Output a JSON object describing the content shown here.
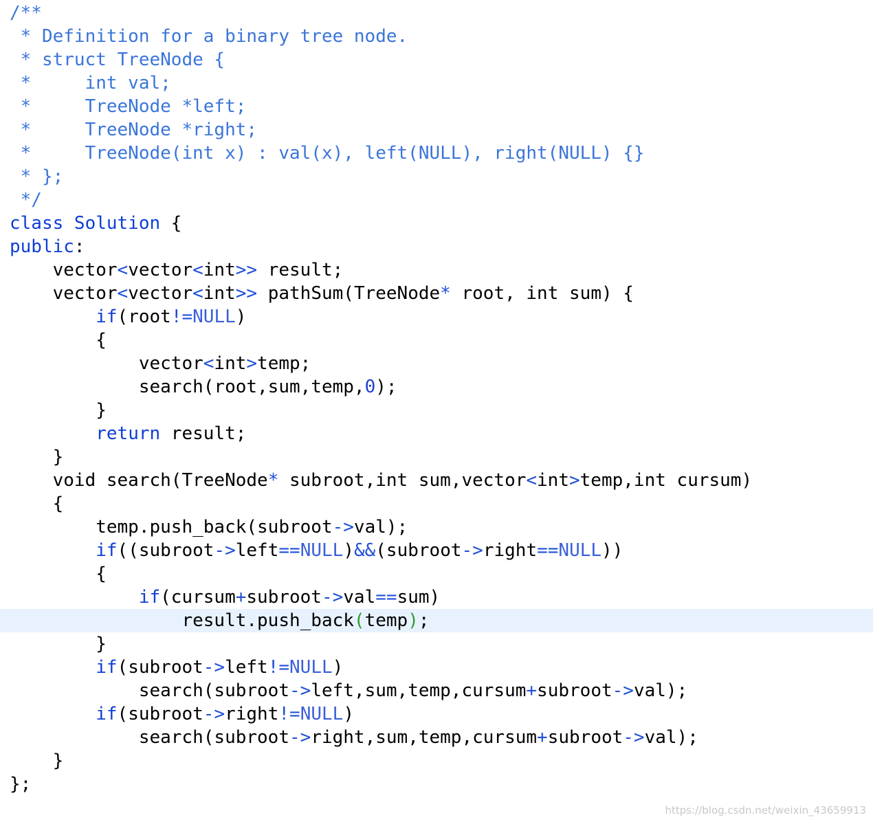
{
  "colors": {
    "background": "#ffffff",
    "comment": "#3b75d9",
    "keyword": "#0d3ed6",
    "operator": "#1e4fd8",
    "constant": "#3b5fd9",
    "number": "#1f3fd4",
    "paren_match": "#2e9a2e",
    "current_line": "#e8f2fe"
  },
  "editor": {
    "current_line_index": 26,
    "lines": [
      [
        {
          "t": "/**",
          "c": "comment"
        }
      ],
      [
        {
          "t": " * Definition for a binary tree node.",
          "c": "comment"
        }
      ],
      [
        {
          "t": " * struct TreeNode {",
          "c": "comment"
        }
      ],
      [
        {
          "t": " *     int val;",
          "c": "comment"
        }
      ],
      [
        {
          "t": " *     TreeNode *left;",
          "c": "comment"
        }
      ],
      [
        {
          "t": " *     TreeNode *right;",
          "c": "comment"
        }
      ],
      [
        {
          "t": " *     TreeNode(int x) : val(x), left(NULL), right(NULL) {}",
          "c": "comment"
        }
      ],
      [
        {
          "t": " * };",
          "c": "comment"
        }
      ],
      [
        {
          "t": " */",
          "c": "comment"
        }
      ],
      [
        {
          "t": "class Solution",
          "c": "keyword"
        },
        {
          "t": " {",
          "c": "plain"
        }
      ],
      [
        {
          "t": "public",
          "c": "keyword"
        },
        {
          "t": ":",
          "c": "plain"
        }
      ],
      [
        {
          "t": "    vector",
          "c": "plain"
        },
        {
          "t": "<",
          "c": "operator"
        },
        {
          "t": "vector",
          "c": "plain"
        },
        {
          "t": "<",
          "c": "operator"
        },
        {
          "t": "int",
          "c": "plain"
        },
        {
          "t": ">>",
          "c": "operator"
        },
        {
          "t": " result;",
          "c": "plain"
        }
      ],
      [
        {
          "t": "    vector",
          "c": "plain"
        },
        {
          "t": "<",
          "c": "operator"
        },
        {
          "t": "vector",
          "c": "plain"
        },
        {
          "t": "<",
          "c": "operator"
        },
        {
          "t": "int",
          "c": "plain"
        },
        {
          "t": ">>",
          "c": "operator"
        },
        {
          "t": " pathSum(TreeNode",
          "c": "plain"
        },
        {
          "t": "*",
          "c": "operator"
        },
        {
          "t": " root, int sum) {",
          "c": "plain"
        }
      ],
      [
        {
          "t": "        ",
          "c": "plain"
        },
        {
          "t": "if",
          "c": "keyword"
        },
        {
          "t": "(root",
          "c": "plain"
        },
        {
          "t": "!=",
          "c": "operator"
        },
        {
          "t": "NULL",
          "c": "constant"
        },
        {
          "t": ")",
          "c": "plain"
        }
      ],
      [
        {
          "t": "        {",
          "c": "plain"
        }
      ],
      [
        {
          "t": "            vector",
          "c": "plain"
        },
        {
          "t": "<",
          "c": "operator"
        },
        {
          "t": "int",
          "c": "plain"
        },
        {
          "t": ">",
          "c": "operator"
        },
        {
          "t": "temp;",
          "c": "plain"
        }
      ],
      [
        {
          "t": "            search(root,sum,temp,",
          "c": "plain"
        },
        {
          "t": "0",
          "c": "number"
        },
        {
          "t": ");",
          "c": "plain"
        }
      ],
      [
        {
          "t": "        }",
          "c": "plain"
        }
      ],
      [
        {
          "t": "        ",
          "c": "plain"
        },
        {
          "t": "return",
          "c": "keyword"
        },
        {
          "t": " result;",
          "c": "plain"
        }
      ],
      [
        {
          "t": "    }",
          "c": "plain"
        }
      ],
      [
        {
          "t": "    void search(TreeNode",
          "c": "plain"
        },
        {
          "t": "*",
          "c": "operator"
        },
        {
          "t": " subroot,int sum,vector",
          "c": "plain"
        },
        {
          "t": "<",
          "c": "operator"
        },
        {
          "t": "int",
          "c": "plain"
        },
        {
          "t": ">",
          "c": "operator"
        },
        {
          "t": "temp,int cursum)",
          "c": "plain"
        }
      ],
      [
        {
          "t": "    {",
          "c": "plain"
        }
      ],
      [
        {
          "t": "        temp.push_back(subroot",
          "c": "plain"
        },
        {
          "t": "->",
          "c": "operator"
        },
        {
          "t": "val);",
          "c": "plain"
        }
      ],
      [
        {
          "t": "        ",
          "c": "plain"
        },
        {
          "t": "if",
          "c": "keyword"
        },
        {
          "t": "((subroot",
          "c": "plain"
        },
        {
          "t": "->",
          "c": "operator"
        },
        {
          "t": "left",
          "c": "plain"
        },
        {
          "t": "==",
          "c": "operator"
        },
        {
          "t": "NULL",
          "c": "constant"
        },
        {
          "t": ")",
          "c": "plain"
        },
        {
          "t": "&&",
          "c": "operator"
        },
        {
          "t": "(subroot",
          "c": "plain"
        },
        {
          "t": "->",
          "c": "operator"
        },
        {
          "t": "right",
          "c": "plain"
        },
        {
          "t": "==",
          "c": "operator"
        },
        {
          "t": "NULL",
          "c": "constant"
        },
        {
          "t": "))",
          "c": "plain"
        }
      ],
      [
        {
          "t": "        {",
          "c": "plain"
        }
      ],
      [
        {
          "t": "            ",
          "c": "plain"
        },
        {
          "t": "if",
          "c": "keyword"
        },
        {
          "t": "(cursum",
          "c": "plain"
        },
        {
          "t": "+",
          "c": "operator"
        },
        {
          "t": "subroot",
          "c": "plain"
        },
        {
          "t": "->",
          "c": "operator"
        },
        {
          "t": "val",
          "c": "plain"
        },
        {
          "t": "==",
          "c": "operator"
        },
        {
          "t": "sum)",
          "c": "plain"
        }
      ],
      [
        {
          "t": "                result.push_back",
          "c": "plain"
        },
        {
          "t": "(",
          "c": "paren-match"
        },
        {
          "t": "temp",
          "c": "plain"
        },
        {
          "t": ")",
          "c": "paren-match"
        },
        {
          "t": ";",
          "c": "plain"
        }
      ],
      [
        {
          "t": "        }",
          "c": "plain"
        }
      ],
      [
        {
          "t": "        ",
          "c": "plain"
        },
        {
          "t": "if",
          "c": "keyword"
        },
        {
          "t": "(subroot",
          "c": "plain"
        },
        {
          "t": "->",
          "c": "operator"
        },
        {
          "t": "left",
          "c": "plain"
        },
        {
          "t": "!=",
          "c": "operator"
        },
        {
          "t": "NULL",
          "c": "constant"
        },
        {
          "t": ")",
          "c": "plain"
        }
      ],
      [
        {
          "t": "            search(subroot",
          "c": "plain"
        },
        {
          "t": "->",
          "c": "operator"
        },
        {
          "t": "left,sum,temp,cursum",
          "c": "plain"
        },
        {
          "t": "+",
          "c": "operator"
        },
        {
          "t": "subroot",
          "c": "plain"
        },
        {
          "t": "->",
          "c": "operator"
        },
        {
          "t": "val);",
          "c": "plain"
        }
      ],
      [
        {
          "t": "        ",
          "c": "plain"
        },
        {
          "t": "if",
          "c": "keyword"
        },
        {
          "t": "(subroot",
          "c": "plain"
        },
        {
          "t": "->",
          "c": "operator"
        },
        {
          "t": "right",
          "c": "plain"
        },
        {
          "t": "!=",
          "c": "operator"
        },
        {
          "t": "NULL",
          "c": "constant"
        },
        {
          "t": ")",
          "c": "plain"
        }
      ],
      [
        {
          "t": "            search(subroot",
          "c": "plain"
        },
        {
          "t": "->",
          "c": "operator"
        },
        {
          "t": "right,sum,temp,cursum",
          "c": "plain"
        },
        {
          "t": "+",
          "c": "operator"
        },
        {
          "t": "subroot",
          "c": "plain"
        },
        {
          "t": "->",
          "c": "operator"
        },
        {
          "t": "val);",
          "c": "plain"
        }
      ],
      [
        {
          "t": "    }",
          "c": "plain"
        }
      ],
      [
        {
          "t": "};",
          "c": "plain"
        }
      ]
    ]
  },
  "watermark": "https://blog.csdn.net/weixin_43659913"
}
